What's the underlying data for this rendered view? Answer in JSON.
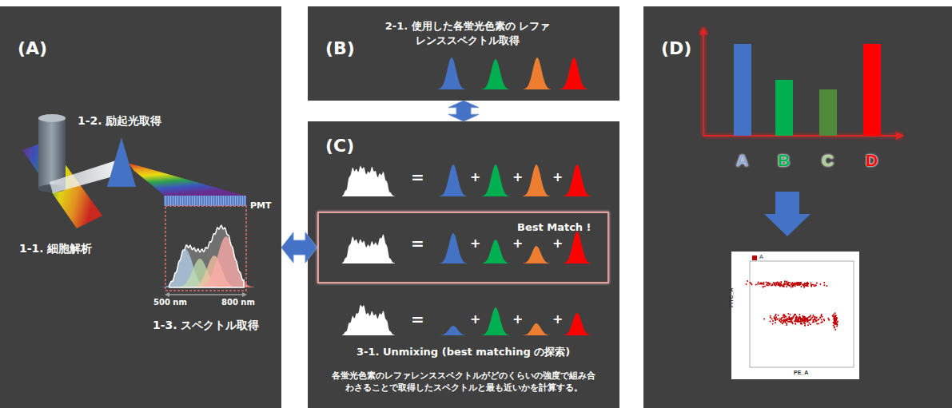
{
  "diagram": {
    "nodes": [
      {
        "text": [
          "(A)"
        ]
      },
      {
        "text": [
          "(B)"
        ]
      },
      {
        "text": [
          "(C)"
        ]
      },
      {
        "text": [
          "Best Match !"
        ],
        "in": 2
      },
      {
        "text": [
          "(D)"
        ]
      },
      {
        "text": [
          "FITC_A",
          "PE_A"
        ],
        "in": 4
      }
    ],
    "edges": [
      {
        "from": 0,
        "to": 3,
        "arrow": "both"
      },
      {
        "from": 1,
        "to": 2,
        "arrow": "both"
      }
    ],
    "labels": [
      "1-2. 励起光取得",
      "PMT",
      "1-1. 細胞解析",
      "500 nm",
      "800 nm",
      "1-3. スペクトル取得",
      "2-1. 使用した各蛍光色素の レファレンススペクトル取得",
      "=",
      "+",
      "+",
      "+",
      "=",
      "+",
      "+",
      "+",
      "=",
      "+",
      "+",
      "+",
      "3-1. Unmixing (best matching の探索)",
      "各蛍光色素のレファレンススペクトルがどのくらいの強度で組み合わさることで取得したスペクトルと最も近いかを計算する。",
      "A",
      "B",
      "C",
      "D"
    ],
    "legend": [
      {
        "text": "A",
        "color": "#c00000"
      }
    ]
  }
}
